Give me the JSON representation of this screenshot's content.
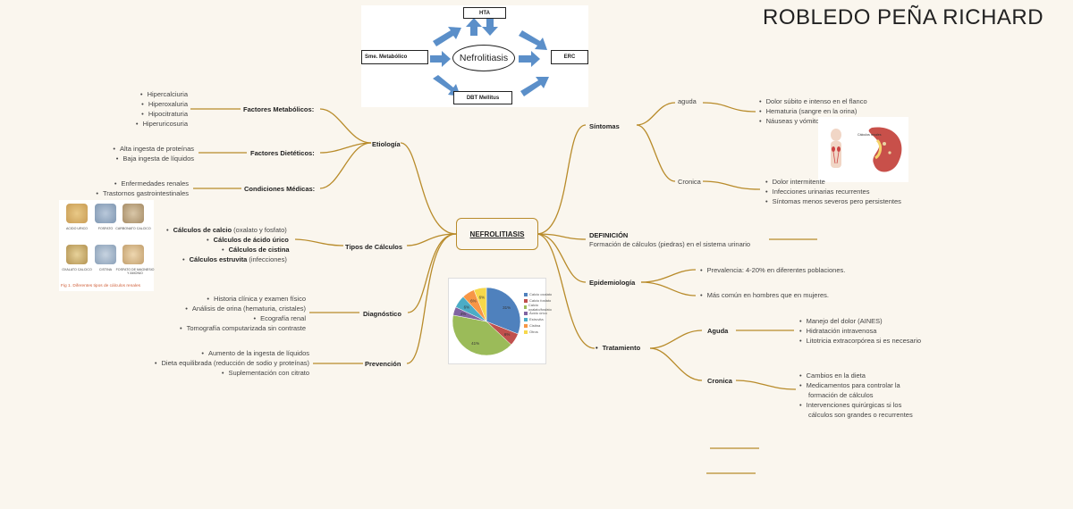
{
  "author": "ROBLEDO PEÑA RICHARD",
  "central_node": "NEFROLITIASIS",
  "top_diagram": {
    "center": "Nefrolitiasis",
    "top": "HTA",
    "left": "Sme. Metabólico",
    "right": "ERC",
    "bottom": "DBT Mellitus"
  },
  "etiologia": {
    "title": "Etiología",
    "groups": [
      {
        "label": "Factores Metabólicos:",
        "items": [
          "Hipercalciuria",
          "Hiperoxaluria",
          "Hipocitraturia",
          "Hiperuricosuria"
        ]
      },
      {
        "label": "Factores Dietéticos:",
        "items": [
          "Alta ingesta de proteínas",
          "Baja ingesta de líquidos"
        ]
      },
      {
        "label": "Condiciones Médicas:",
        "items": [
          "Enfermedades renales",
          "Trastornos gastrointestinales"
        ]
      }
    ]
  },
  "tipos": {
    "title": "Tipos de Cálculos",
    "items": [
      {
        "bold": "Cálculos de calcio",
        "rest": " (oxalato y fosfato)"
      },
      {
        "bold": "Cálculos de ácido úrico",
        "rest": ""
      },
      {
        "bold": "Cálculos de cistina",
        "rest": ""
      },
      {
        "bold": "Cálculos estruvita",
        "rest": " (infecciones)"
      }
    ],
    "figure": {
      "labels": [
        "ACIDO URICO",
        "FOSFATO",
        "CARBONATO CALCICO",
        "OXALATO CALCICO",
        "CISTINA",
        "FOSFATO DE MAGNESIO Y AMONIO"
      ],
      "caption": "Fig 1. Diferentes tipos de cálculos renales"
    }
  },
  "diagnostico": {
    "title": "Diagnóstico",
    "items": [
      "Historia clínica y examen físico",
      "Análisis de orina (hematuria, cristales)",
      "Ecografía renal",
      "Tomografía computarizada sin contraste"
    ]
  },
  "prevencion": {
    "title": "Prevención",
    "items": [
      "Aumento de la ingesta de líquidos",
      "Dieta equilibrada (reducción de sodio y proteínas)",
      "Suplementación con citrato"
    ]
  },
  "sintomas": {
    "title": "Síntomas",
    "aguda": {
      "label": "aguda",
      "items": [
        "Dolor súbito e intenso en el flanco",
        "Hematuria (sangre en la orina)",
        "Náuseas y vómitos"
      ]
    },
    "cronica": {
      "label": "Cronica",
      "items": [
        "Dolor intermitente",
        "Infecciones urinarias recurrentes",
        "Síntomas menos severos pero persistentes"
      ]
    },
    "image_label": "Cálculos renales"
  },
  "definicion": {
    "title": "DEFINICIÓN",
    "text": "Formación de cálculos (piedras) en el sistema urinario"
  },
  "epidemiologia": {
    "title": "Epidemiología",
    "items": [
      "Prevalencia: 4-20% en diferentes poblaciones.",
      "Más común en hombres que en mujeres."
    ]
  },
  "tratamiento": {
    "title": "Tratamiento",
    "aguda": {
      "label": "Aguda",
      "items": [
        "Manejo del dolor (AINES)",
        "Hidratación intravenosa",
        "Litotricia extracorpórea si es necesario"
      ]
    },
    "cronica": {
      "label": "Cronica",
      "items": [
        "Cambios en la dieta",
        "Medicamentos para controlar la",
        "formación de cálculos",
        "Intervenciones quirúrgicas si los",
        "cálculos son grandes o recurrentes"
      ]
    }
  },
  "chart_data": {
    "type": "pie",
    "slices": [
      {
        "label": "Calcio oxalato",
        "value": 31,
        "color": "#4f81bd"
      },
      {
        "label": "Calcio fosfato",
        "value": 6,
        "color": "#c0504d"
      },
      {
        "label": "Calcio oxalato/fosfato",
        "value": 41,
        "color": "#9bbb59"
      },
      {
        "label": "Ácido úrico",
        "value": 4,
        "color": "#8064a2"
      },
      {
        "label": "Estruvita",
        "value": 6,
        "color": "#4bacc6"
      },
      {
        "label": "Cistina",
        "value": 6,
        "color": "#f79646"
      },
      {
        "label": "Otros",
        "value": 6,
        "color": "#f7d84a"
      }
    ],
    "value_labels": [
      "31%",
      "6%",
      "41%",
      "4%",
      "6%",
      "6%",
      "6%"
    ]
  }
}
